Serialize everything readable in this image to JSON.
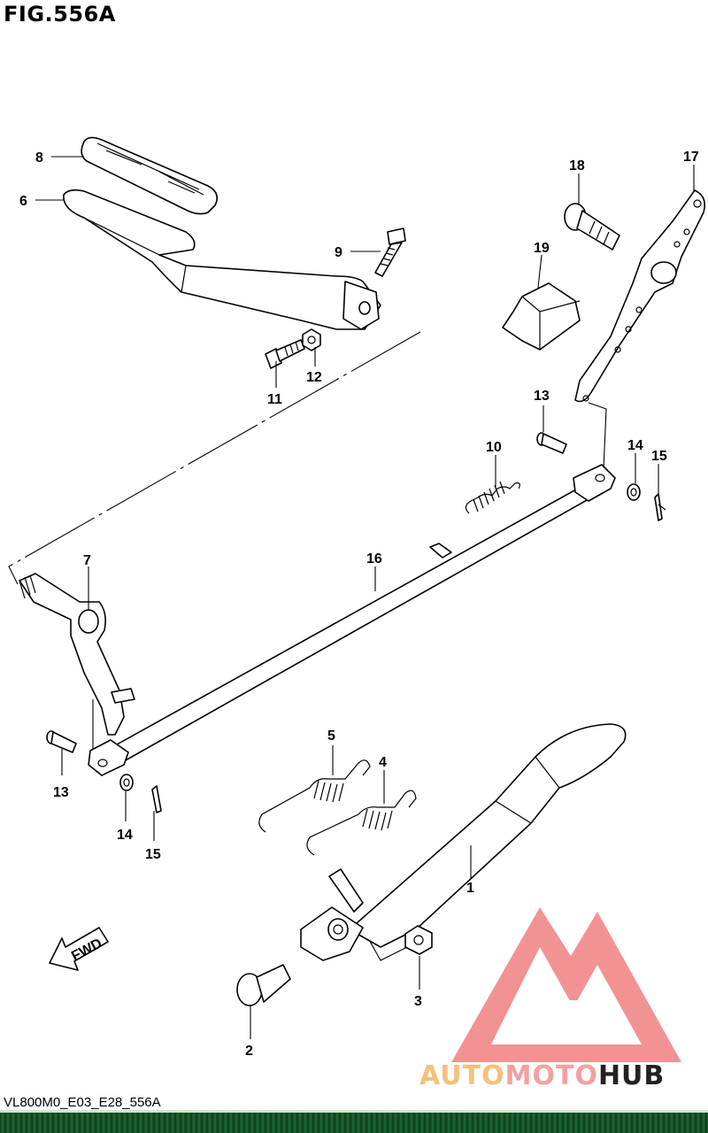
{
  "figure": {
    "title": "FIG.556A",
    "code": "VL800M0_E03_E28_556A"
  },
  "fwd_label": "FWD",
  "brand": {
    "part1": "AUTO",
    "part2": "MOTO",
    "part3": "HUB"
  },
  "colors": {
    "watermark_red": "#f08080",
    "brand_orange": "#f5c07a",
    "brand_pink": "#f2a0a0",
    "strip_green": "#1f6b33"
  },
  "labels": {
    "l1": "1",
    "l2": "2",
    "l3": "3",
    "l4": "4",
    "l5": "5",
    "l6": "6",
    "l7": "7",
    "l8": "8",
    "l9": "9",
    "l10": "10",
    "l11": "11",
    "l12": "12",
    "l13a": "13",
    "l13b": "13",
    "l14a": "14",
    "l14b": "14",
    "l15a": "15",
    "l15b": "15",
    "l16": "16",
    "l17": "17",
    "l18": "18",
    "l19": "19"
  }
}
